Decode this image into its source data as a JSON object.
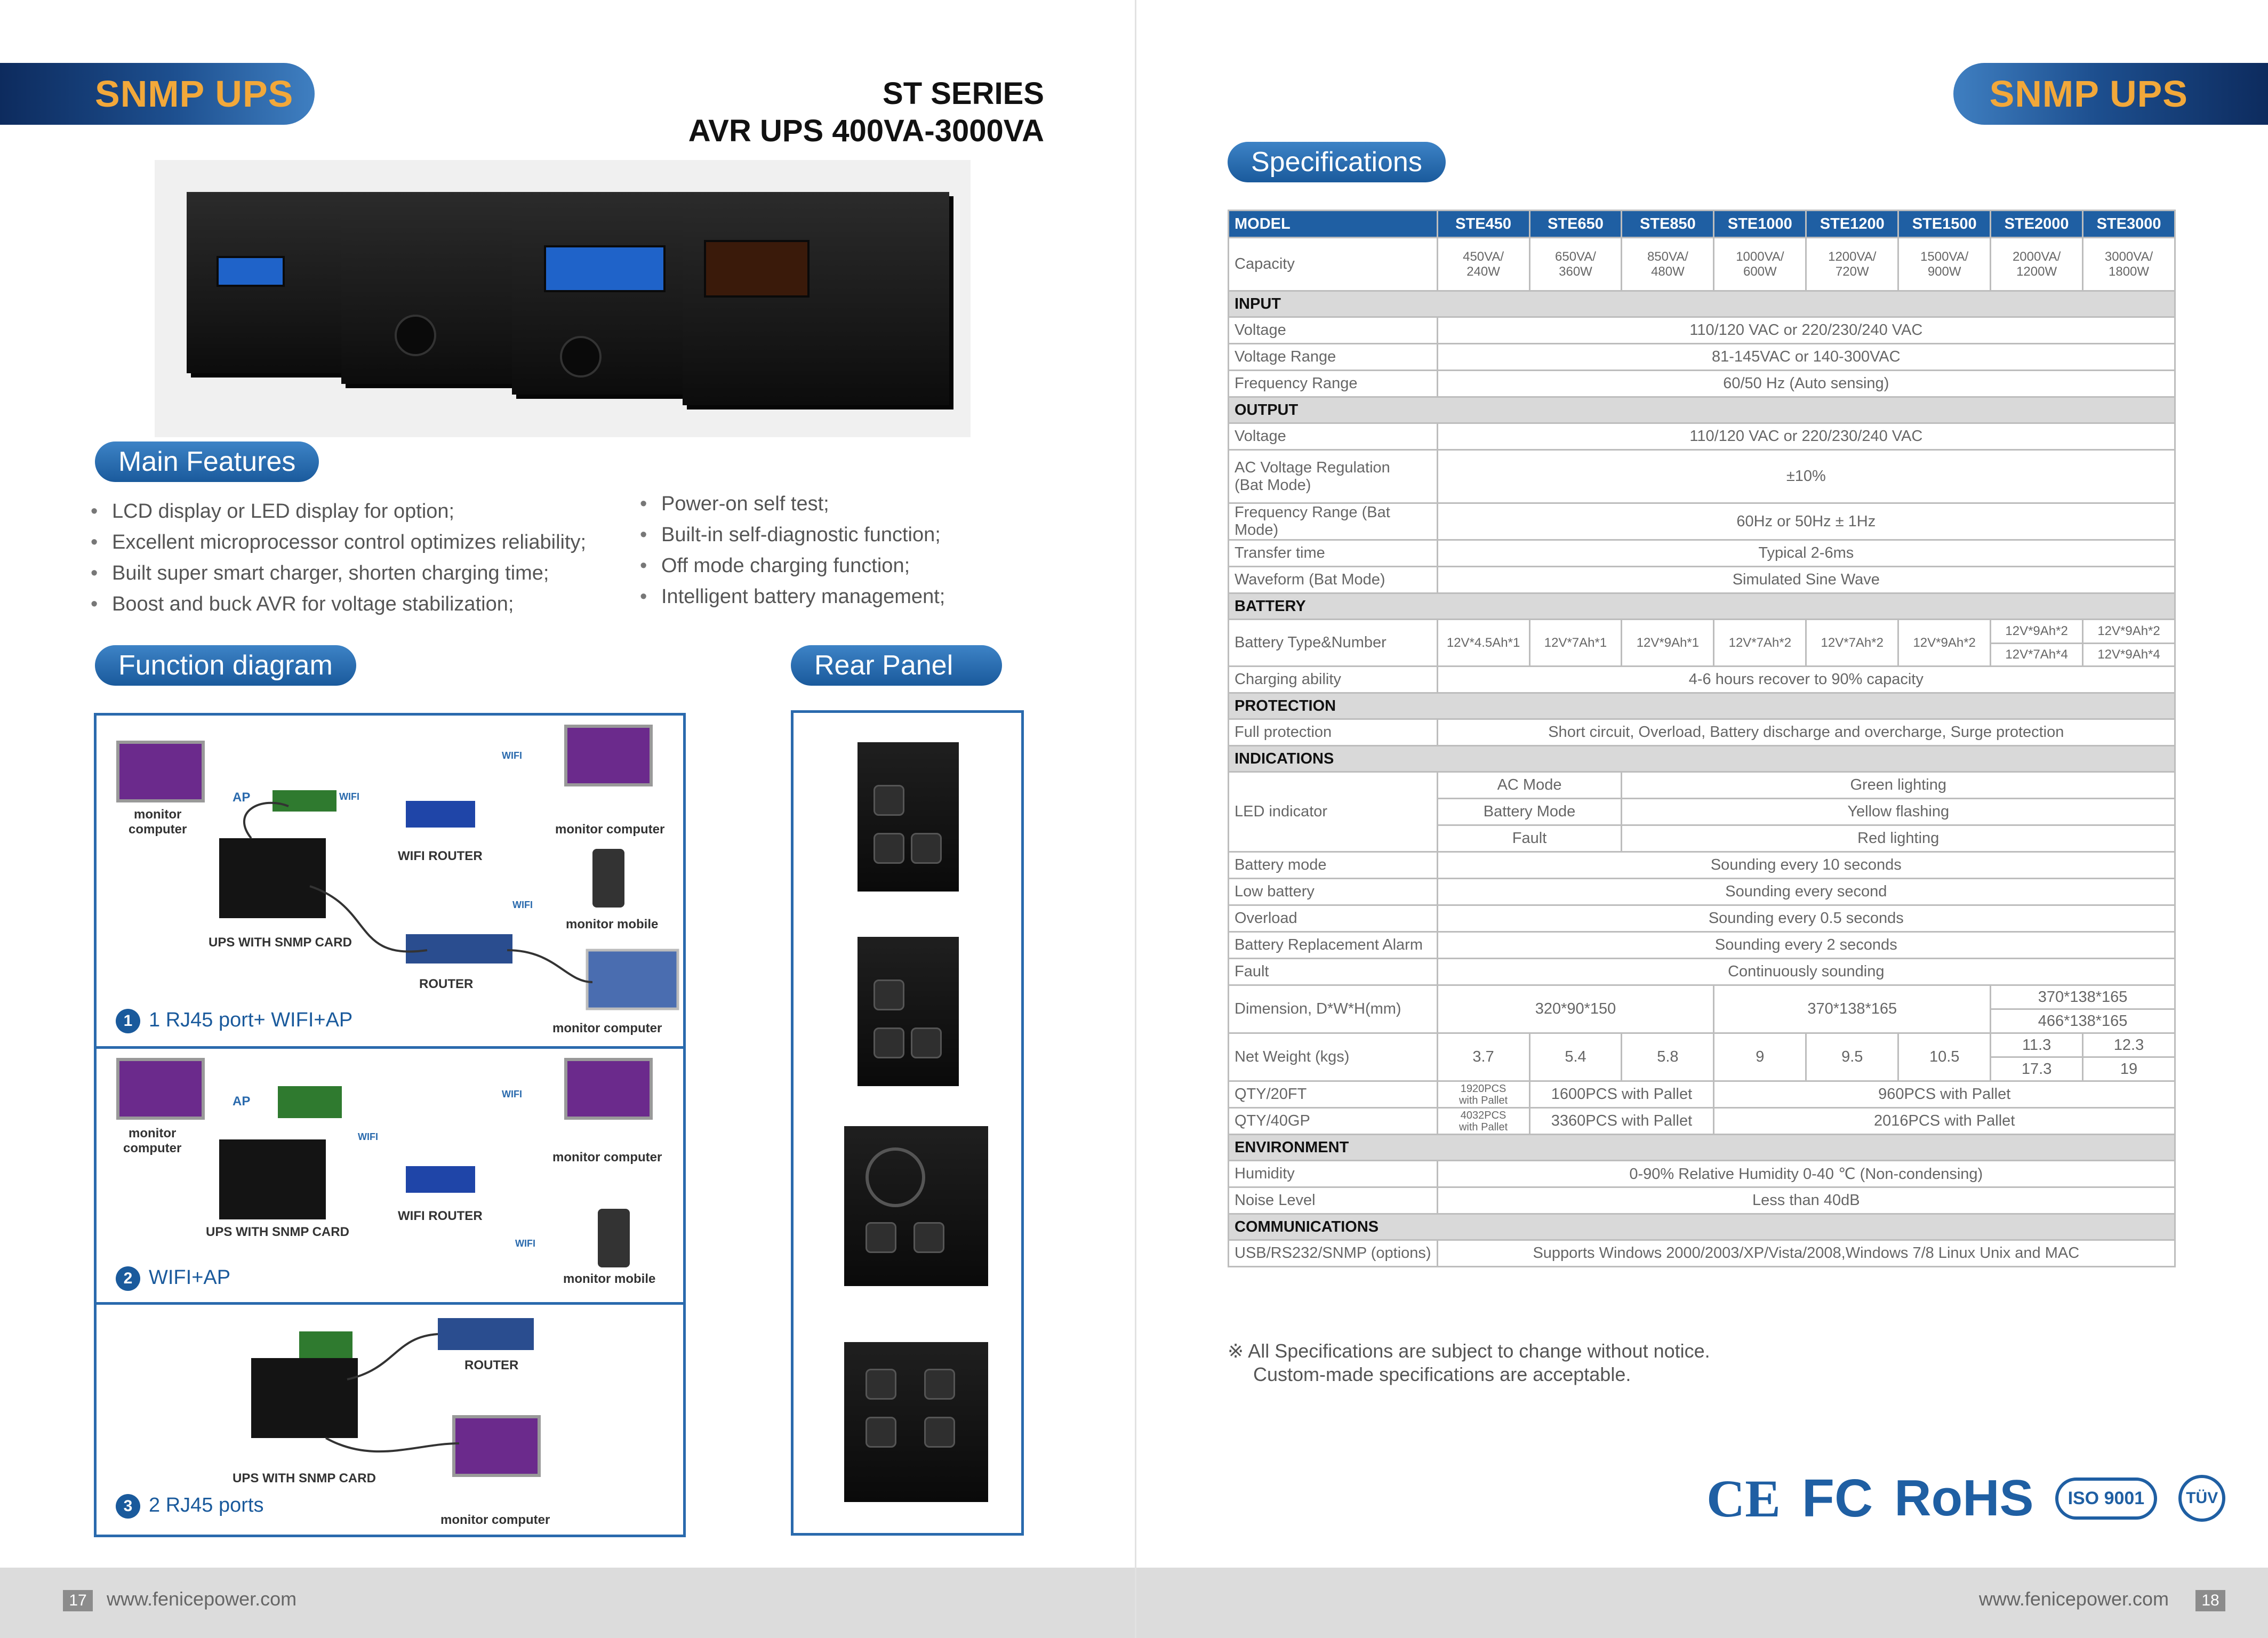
{
  "left_page": {
    "banner": "SNMP UPS",
    "series_line1": "ST SERIES",
    "series_line2": "AVR UPS 400VA-3000VA",
    "main_features_title": "Main Features",
    "features_col1": [
      "LCD display or LED display for option;",
      "Excellent microprocessor control optimizes reliability;",
      "Built super smart charger, shorten charging time;",
      "Boost and buck AVR for voltage stabilization;"
    ],
    "features_col2": [
      "Power-on self test;",
      "Built-in self-diagnostic function;",
      "Off mode charging function;",
      "Intelligent battery management;"
    ],
    "function_diagram_title": "Function diagram",
    "rear_panel_title": "Rear Panel",
    "diagram": {
      "s1": {
        "num": "1",
        "caption": "1 RJ45 port+ WIFI+AP",
        "labels": {
          "monitor_computer_a": "monitor\ncomputer",
          "ap": "AP",
          "wifi_a": "WIFI",
          "wifi_router": "WIFI ROUTER",
          "wifi_b": "WIFI",
          "monitor_computer_b": "monitor computer",
          "wifi_c": "WIFI",
          "monitor_mobile": "monitor mobile",
          "ups": "UPS WITH SNMP CARD",
          "router": "ROUTER",
          "monitor_computer_c": "monitor computer"
        }
      },
      "s2": {
        "num": "2",
        "caption": "WIFI+AP",
        "labels": {
          "monitor_computer_a": "monitor\ncomputer",
          "ap": "AP",
          "wifi_a": "WIFI",
          "wifi_router": "WIFI ROUTER",
          "wifi_b": "WIFI",
          "monitor_computer_b": "monitor computer",
          "wifi_c": "WIFI",
          "monitor_mobile": "monitor mobile",
          "ups": "UPS WITH SNMP CARD"
        }
      },
      "s3": {
        "num": "3",
        "caption": "2 RJ45 ports",
        "labels": {
          "router": "ROUTER",
          "ups": "UPS WITH SNMP CARD",
          "monitor_computer": "monitor computer"
        }
      }
    },
    "footer": {
      "page_number": "17",
      "url": "www.fenicepower.com"
    }
  },
  "right_page": {
    "banner": "SNMP UPS",
    "specifications_title": "Specifications",
    "table": {
      "header": [
        "MODEL",
        "STE450",
        "STE650",
        "STE850",
        "STE1000",
        "STE1200",
        "STE1500",
        "STE2000",
        "STE3000"
      ],
      "capacity": {
        "label": "Capacity",
        "values": [
          "450VA/\n240W",
          "650VA/\n360W",
          "850VA/\n480W",
          "1000VA/\n600W",
          "1200VA/\n720W",
          "1500VA/\n900W",
          "2000VA/\n1200W",
          "3000VA/\n1800W"
        ]
      },
      "input": {
        "title": "INPUT",
        "voltage": [
          "Voltage",
          "110/120 VAC or 220/230/240 VAC"
        ],
        "voltage_range": [
          "Voltage Range",
          "81-145VAC or 140-300VAC"
        ],
        "frequency_range": [
          "Frequency Range",
          "60/50 Hz (Auto sensing)"
        ]
      },
      "output": {
        "title": "OUTPUT",
        "voltage": [
          "Voltage",
          "110/120 VAC or 220/230/240 VAC"
        ],
        "regulation": [
          "AC Voltage Regulation\n(Bat Mode)",
          "±10%"
        ],
        "freq_bat": [
          "Frequency Range (Bat Mode)",
          "60Hz or 50Hz ± 1Hz"
        ],
        "transfer": [
          "Transfer time",
          "Typical 2-6ms"
        ],
        "waveform": [
          "Waveform (Bat Mode)",
          "Simulated Sine Wave"
        ]
      },
      "battery": {
        "title": "BATTERY",
        "type_label": "Battery Type&Number",
        "types": [
          "12V*4.5Ah*1",
          "12V*7Ah*1",
          "12V*9Ah*1",
          "12V*7Ah*2",
          "12V*7Ah*2",
          "12V*9Ah*2"
        ],
        "type_2000": [
          "12V*9Ah*2",
          "12V*7Ah*4"
        ],
        "type_3000": [
          "12V*9Ah*2",
          "12V*9Ah*4"
        ],
        "charging": [
          "Charging ability",
          "4-6 hours recover to 90% capacity"
        ]
      },
      "protection": {
        "title": "PROTECTION",
        "full": [
          "Full protection",
          "Short circuit, Overload, Battery discharge and overcharge, Surge protection"
        ]
      },
      "indications": {
        "title": "INDICATIONS",
        "led_label": "LED indicator",
        "led": [
          [
            "AC Mode",
            "Green lighting"
          ],
          [
            "Battery Mode",
            "Yellow flashing"
          ],
          [
            "Fault",
            "Red lighting"
          ]
        ],
        "battery_mode": [
          "Battery mode",
          "Sounding every 10 seconds"
        ],
        "low_battery": [
          "Low battery",
          "Sounding every second"
        ],
        "overload": [
          "Overload",
          "Sounding every 0.5 seconds"
        ],
        "replacement": [
          "Battery Replacement Alarm",
          "Sounding every 2 seconds"
        ],
        "fault": [
          "Fault",
          "Continuously sounding"
        ]
      },
      "dimension": {
        "label": "Dimension, D*W*H(mm)",
        "a": "320*90*150",
        "b": "370*138*165",
        "c": [
          "370*138*165",
          "466*138*165"
        ]
      },
      "net_weight": {
        "label": "Net Weight (kgs)",
        "values": [
          "3.7",
          "5.4",
          "5.8",
          "9",
          "9.5",
          "10.5"
        ],
        "w2000": [
          "11.3",
          "17.3"
        ],
        "w3000": [
          "12.3",
          "19"
        ]
      },
      "qty20": {
        "label": "QTY/20FT",
        "first": "1920PCS\nwith Pallet",
        "mid": "1600PCS with Pallet",
        "rest": "960PCS with Pallet"
      },
      "qty40": {
        "label": "QTY/40GP",
        "first": "4032PCS\nwith Pallet",
        "mid": "3360PCS with Pallet",
        "rest": "2016PCS with Pallet"
      },
      "environment": {
        "title": "ENVIRONMENT",
        "humidity": [
          "Humidity",
          "0-90% Relative Humidity 0-40 ℃ (Non-condensing)"
        ],
        "noise": [
          "Noise Level",
          "Less than 40dB"
        ]
      },
      "communications": {
        "title": "COMMUNICATIONS",
        "usb": [
          "USB/RS232/SNMP (options)",
          "Supports Windows 2000/2003/XP/Vista/2008,Windows 7/8 Linux Unix  and MAC"
        ]
      }
    },
    "note_line1": "※ All Specifications are subject to change without notice.",
    "note_line2": "Custom-made specifications are acceptable.",
    "certifications": [
      "CE",
      "FC",
      "RoHS",
      "ISO 9001",
      "TÜV"
    ],
    "footer": {
      "page_number": "18",
      "url": "www.fenicepower.com"
    }
  },
  "colors": {
    "brand_blue": "#1f5fa3",
    "banner_text": "#f2a83a",
    "dark_navy": "#0d2b5e"
  }
}
